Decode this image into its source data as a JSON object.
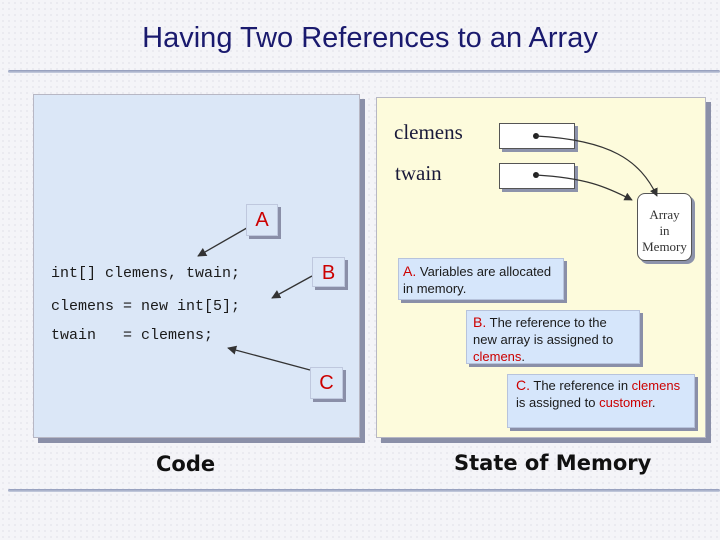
{
  "title": "Having Two References to an Array",
  "code": {
    "line1": "int[] clemens, twain;",
    "line2": "clemens = new int[5];",
    "line3": "twain   = clemens;",
    "caption": "Code"
  },
  "memory": {
    "var1": "clemens",
    "var2": "twain",
    "array_label": [
      "Array",
      "in",
      "Memory"
    ],
    "caption": "State of Memory"
  },
  "markers": {
    "a": "A",
    "b": "B",
    "c": "C"
  },
  "callouts": {
    "a": {
      "letter": "A.",
      "text": "Variables are allocated in memory."
    },
    "b": {
      "letter": "B.",
      "text1": "The reference to the new array is assigned to ",
      "highlight": "clemens",
      "text2": "."
    },
    "c": {
      "letter": "C.",
      "text1": "The reference in ",
      "highlight": "clemens",
      "text2": " is assigned to ",
      "highlight2": "customer",
      "text3": "."
    }
  },
  "colors": {
    "title": "#1a1a6e",
    "highlight": "#cc0000",
    "code_panel": "#dbe7f7",
    "memory_panel": "#fdfbdc"
  }
}
